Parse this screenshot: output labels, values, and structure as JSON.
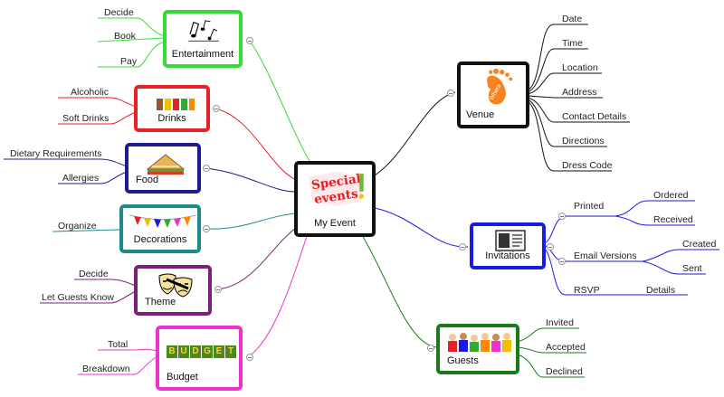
{
  "central": {
    "label": "My Event",
    "logo_text": "Special events",
    "logo_colors": [
      "#e02020",
      "#6bbf2a",
      "#f6c11a"
    ]
  },
  "branches": {
    "entertainment": {
      "label": "Entertainment",
      "color": "#33dd33",
      "icon": "music-notes-icon",
      "children": [
        "Decide",
        "Book",
        "Pay"
      ]
    },
    "drinks": {
      "label": "Drinks",
      "color": "#e8202a",
      "icon": "drink-glasses-icon",
      "children": [
        "Alcoholic",
        "Soft Drinks"
      ]
    },
    "food": {
      "label": "Food",
      "color": "#1c1c8c",
      "icon": "sandwich-icon",
      "children": [
        "Dietary Requirements",
        "Allergies"
      ]
    },
    "decorations": {
      "label": "Decorations",
      "color": "#1f8a8a",
      "icon": "bunting-icon",
      "children": [
        "Organize"
      ]
    },
    "theme": {
      "label": "Theme",
      "color": "#7a1f7a",
      "icon": "theater-masks-icon",
      "children": [
        "Decide",
        "Let Guests Know"
      ]
    },
    "budget": {
      "label": "Budget",
      "color": "#ee33cc",
      "icon": "budget-blocks-icon",
      "icon_text": "BUDGET",
      "children": [
        "Total",
        "Breakdown"
      ]
    },
    "venue": {
      "label": "Venue",
      "color": "#111111",
      "icon": "footprint-icon",
      "icon_text": "Where",
      "children": [
        "Date",
        "Time",
        "Location",
        "Address",
        "Contact Details",
        "Directions",
        "Dress Code"
      ]
    },
    "invitations": {
      "label": "Invitations",
      "color": "#1a1ae0",
      "icon": "invitation-card-icon",
      "printed": {
        "label": "Printed",
        "children": [
          "Ordered",
          "Received"
        ]
      },
      "email": {
        "label": "Email Versions",
        "children": [
          "Created",
          "Sent"
        ]
      },
      "rsvp": {
        "label": "RSVP",
        "children": [
          "Details"
        ]
      }
    },
    "guests": {
      "label": "Guests",
      "color": "#1b7a1b",
      "icon": "crowd-icon",
      "children": [
        "Invited",
        "Accepted",
        "Declined"
      ]
    }
  }
}
